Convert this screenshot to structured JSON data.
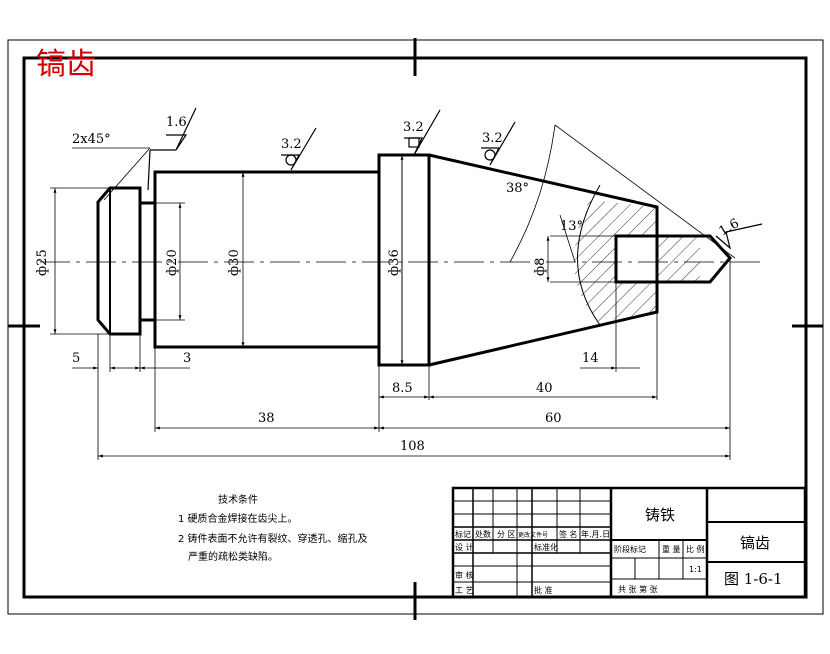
{
  "stamp_title": "镐齿",
  "roughness": {
    "r1": "1.6",
    "r2": "3.2",
    "r3": "3.2",
    "r4": "3.2",
    "r5": "1.6"
  },
  "chamfer": "2x45°",
  "angles": {
    "cone": "38°",
    "tip": "13°"
  },
  "diameters": {
    "d25": "ф25",
    "d20": "ф20",
    "d30": "ф30",
    "d36": "ф36",
    "d8": "ф8"
  },
  "lengths": {
    "l5": "5",
    "l3": "3",
    "l14": "14",
    "l8_5": "8.5",
    "l40": "40",
    "l38": "38",
    "l60": "60",
    "l108": "108"
  },
  "notes": {
    "heading": "技术条件",
    "line1": "1 硬质合金焊接在齿尖上。",
    "line2": "2 铸件表面不允许有裂纹、穿透孔、缩孔及",
    "line3": "严重的疏松类缺陷。"
  },
  "title_block": {
    "material": "铸铁",
    "part_name": "镐齿",
    "drawing_no": "图 1-6-1",
    "scale_value": "1:1",
    "row_marks": [
      "标记",
      "处数",
      "分 区",
      "更改文件号",
      "签 名",
      "年.月.日"
    ],
    "label_design": "设 计",
    "label_standard": "标准化",
    "label_stage": "阶段标记",
    "label_weight": "重 量",
    "label_scale": "比 例",
    "label_review": "审 核",
    "label_process": "工 艺",
    "label_approve": "批 准",
    "label_sheets": "共   张   第   张"
  }
}
